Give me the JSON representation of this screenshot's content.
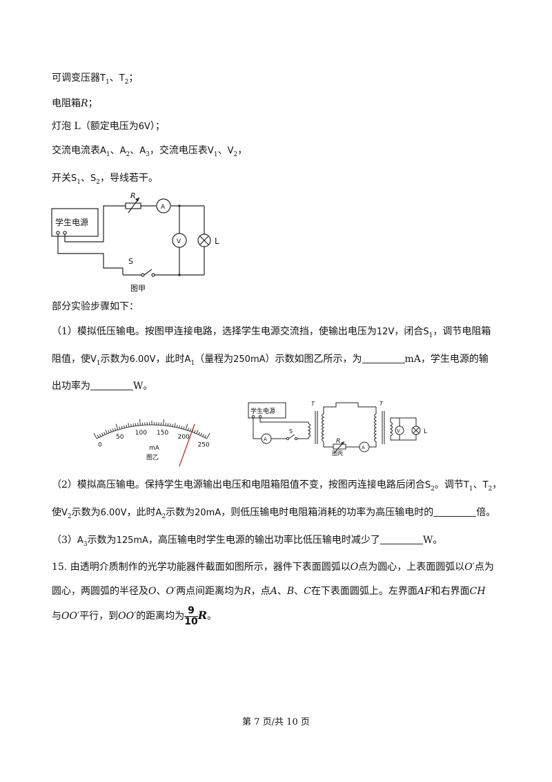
{
  "list": {
    "l1": {
      "a": "可调变压器",
      "b": "、",
      "c": "；"
    },
    "l2": {
      "a": "电阻箱",
      "b": "R",
      "c": "；"
    },
    "l3": {
      "a": "灯泡 L（额定电压为",
      "v": "6V",
      "b": "）；"
    },
    "l4": {
      "a": "交流电流表",
      "b": "、",
      "c": "、",
      "d": "，交流电压表",
      "e": "、",
      "f": "，"
    },
    "l5": {
      "a": "开关",
      "b": "、",
      "c": "，导线若干。"
    }
  },
  "symbols": {
    "T": "T",
    "A": "A",
    "V": "V",
    "S": "S",
    "s1": "1",
    "s2": "2",
    "s3": "3"
  },
  "fig_jia": {
    "source": "学生电源",
    "R": "R",
    "A1": "A",
    "V1": "V",
    "L": "L",
    "S1": "S",
    "caption": "图甲"
  },
  "steps_intro": "部分实验步骤如下：",
  "p1": {
    "a": "（1）模拟低压输电。按图甲连接电路，选择学生电源交流挡，使输出电压为",
    "v1": "12V",
    "b": "，闭合",
    "c": "，调节电阻箱",
    "d": "阻值，使",
    "e": "示数为",
    "v2": "6.00V",
    "f": "，此时",
    "g": "（量程为",
    "v3": "250mA",
    "h": "）示数如图乙所示，为",
    "i": "mA，学生电源的输",
    "j": "出功率为",
    "k": "W。"
  },
  "meter": {
    "ticks": [
      "0",
      "50",
      "100",
      "150",
      "200",
      "250"
    ],
    "unit": "mA",
    "caption": "图乙",
    "range": [
      0,
      250
    ],
    "needle_value": 214
  },
  "fig_bing": {
    "source": "学生电源",
    "T1": "T",
    "T2": "T",
    "A3": "A",
    "S2": "S",
    "R": "R",
    "A2": "A",
    "V2": "V",
    "L": "L",
    "caption": "图丙"
  },
  "p2": {
    "a": "（2）模拟高压输电。保持学生电源输出电压和电阻箱阻值不变，按图丙连接电路后闭合",
    "b": "。调节",
    "c": "、",
    "d": "，",
    "e": "使",
    "f": "示数为",
    "v1": "6.00V",
    "g": "，此时",
    "h": "示数为",
    "v2": "20mA",
    "i": "，则低压输电时电阻箱消耗的功率为高压输电时的",
    "j": "倍。"
  },
  "p3": {
    "a": "（3）",
    "b": "示数为",
    "v": "125mA",
    "c": "，高压输电时学生电源的输出功率比低压输电时减少了",
    "d": "W。"
  },
  "q15": {
    "l1a": "15. 由透明介质制作的光学功能器件截面如图所示，器件下表面圆弧以",
    "O": "O",
    "l1b": "点为圆心，上表面圆弧以",
    "Op": "O′",
    "l1c": "点为",
    "l2a": "圆心，两圆弧的半径及",
    "l2b": "、",
    "l2c": "两点间距离均为",
    "R": "R",
    "l2d": "，点",
    "A": "A",
    "sep": "、",
    "B": "B",
    "C": "C",
    "l2e": "在下表面圆弧上。左界面",
    "AF": "AF",
    "l2f": "和右界面",
    "CH": "CH",
    "l3a": "与",
    "OOp": "OO′",
    "l3b": "平行，到",
    "l3c": "的距离均为",
    "num": "9",
    "den": "10",
    "l3d": "。"
  },
  "footer": "第 7 页/共 10 页"
}
